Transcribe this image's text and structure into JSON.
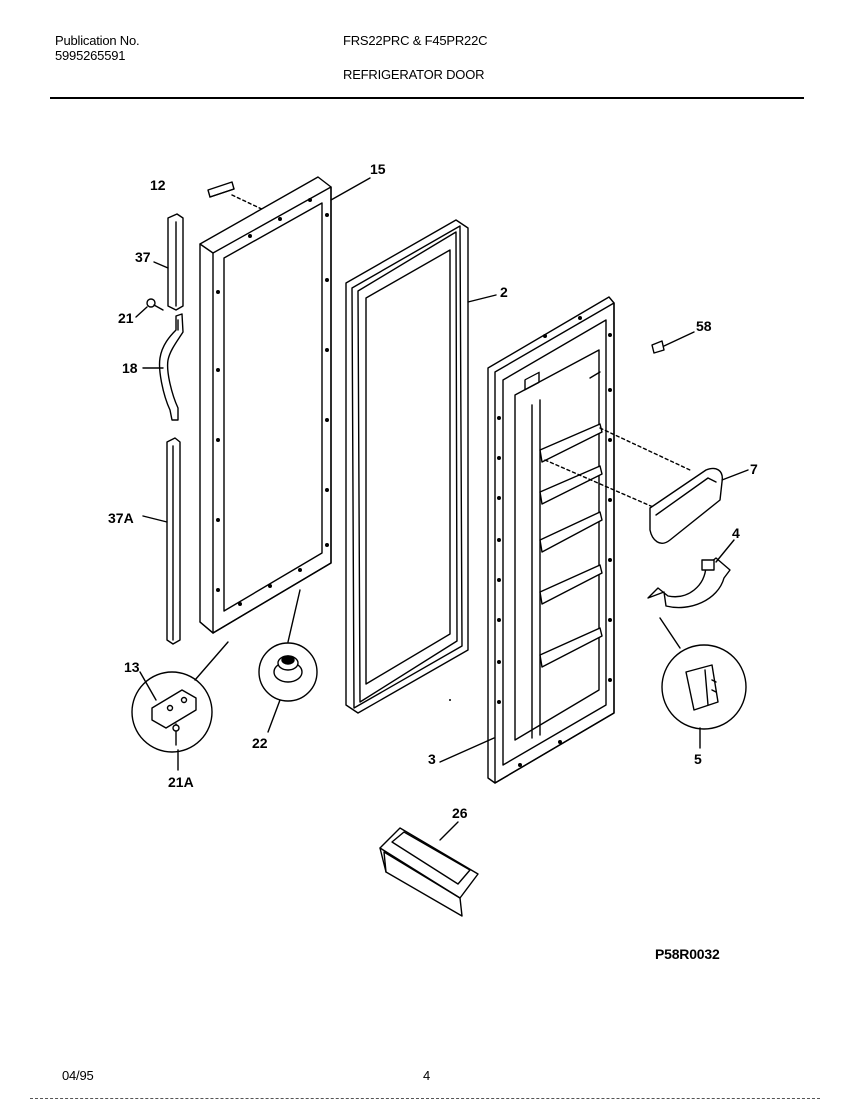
{
  "header": {
    "publication_label": "Publication No.",
    "publication_number": "5995265591",
    "models": "FRS22PRC & F45PR22C",
    "section_title": "REFRIGERATOR DOOR"
  },
  "callouts": {
    "c12": "12",
    "c15": "15",
    "c37": "37",
    "c21": "21",
    "c18": "18",
    "c37a": "37A",
    "c2": "2",
    "c58": "58",
    "c7": "7",
    "c4": "4",
    "c13": "13",
    "c22": "22",
    "c21a": "21A",
    "c3": "3",
    "c5": "5",
    "c26": "26"
  },
  "diagram_code": "P58R0032",
  "footer": {
    "date": "04/95",
    "page": "4"
  }
}
